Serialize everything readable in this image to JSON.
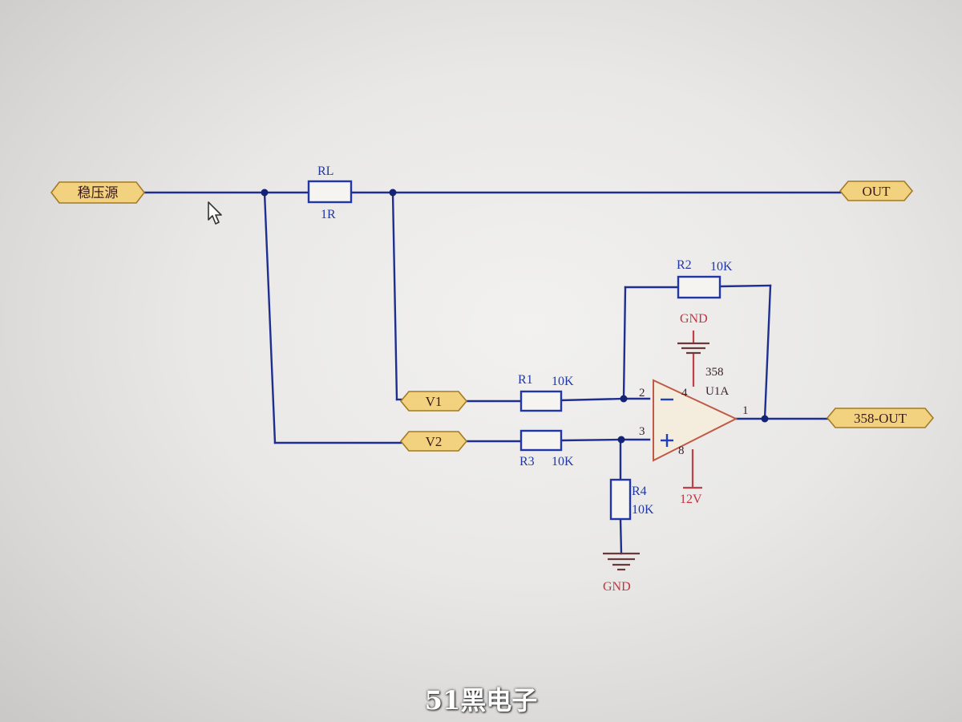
{
  "ports": {
    "source": "稳压源",
    "out": "OUT",
    "v1": "V1",
    "v2": "V2",
    "amp_out": "358-OUT"
  },
  "components": {
    "rl": {
      "ref": "RL",
      "value": "1R"
    },
    "r1": {
      "ref": "R1",
      "value": "10K"
    },
    "r2": {
      "ref": "R2",
      "value": "10K"
    },
    "r3": {
      "ref": "R3",
      "value": "10K"
    },
    "r4": {
      "ref": "R4",
      "value": "10K"
    },
    "u1": {
      "part": "358",
      "ref": "U1A"
    }
  },
  "pins": {
    "inv": "2",
    "noninv": "3",
    "out": "1",
    "vplus": "4",
    "vminus": "8"
  },
  "power": {
    "gnd_top": "GND",
    "gnd_bottom": "GND",
    "supply": "12V"
  },
  "watermark": "51黑电子",
  "colors": {
    "wire": "#1f2f8f",
    "port_fill": "#f2d27e",
    "power_red": "#c0353f",
    "component_blue": "#2136a8"
  }
}
